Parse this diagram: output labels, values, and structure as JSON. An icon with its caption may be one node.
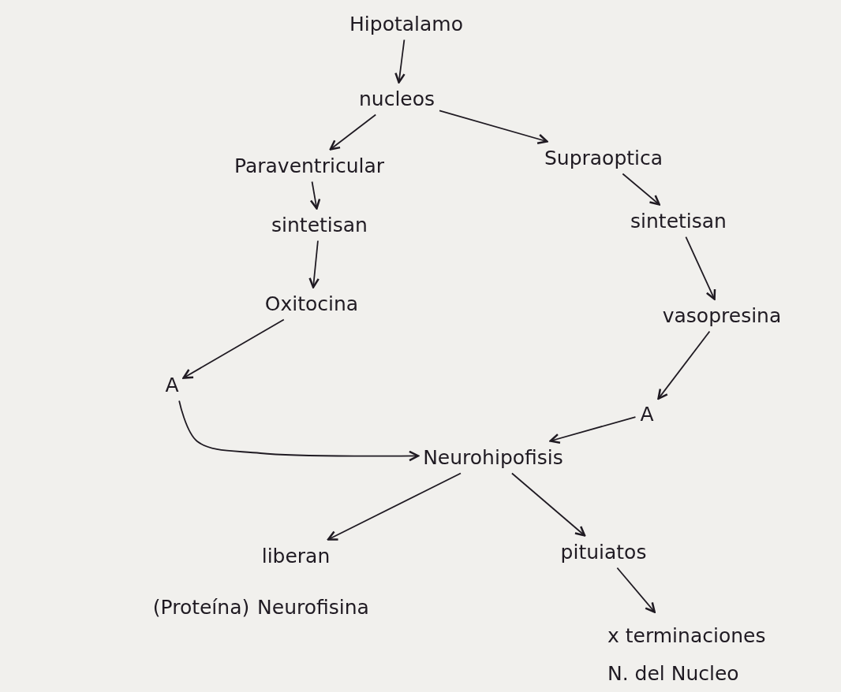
{
  "diagram": {
    "nodes": [
      {
        "text": [
          "Hipotalamo"
        ]
      },
      {
        "text": [
          "nucleos"
        ]
      },
      {
        "text": [
          "Paraventricular"
        ]
      },
      {
        "text": [
          "Supraoptica"
        ]
      },
      {
        "text": [
          "sintetisan"
        ]
      },
      {
        "text": [
          "sintetisan"
        ]
      },
      {
        "text": [
          "Oxitocina"
        ]
      },
      {
        "text": [
          "vasopresina"
        ]
      },
      {
        "text": [
          "A"
        ]
      },
      {
        "text": [
          "A"
        ]
      },
      {
        "text": [
          "Neurohipofisis"
        ]
      },
      {
        "text": [
          "liberan"
        ]
      },
      {
        "text": [
          "pituiatos"
        ]
      },
      {
        "text": [
          "Neurofisina"
        ],
        "beside": [
          "(Proteína)"
        ]
      },
      {
        "text": [
          "x terminaciones N. del Nucleo"
        ]
      }
    ],
    "edges": [
      {
        "from": 0,
        "to": 1,
        "arrow": "to"
      },
      {
        "from": 1,
        "to": 2,
        "arrow": "to"
      },
      {
        "from": 1,
        "to": 3,
        "arrow": "to"
      },
      {
        "from": 2,
        "to": 4,
        "arrow": "to"
      },
      {
        "from": 3,
        "to": 5,
        "arrow": "to"
      },
      {
        "from": 4,
        "to": 6,
        "arrow": "to"
      },
      {
        "from": 5,
        "to": 7,
        "arrow": "to"
      },
      {
        "from": 6,
        "to": 8,
        "arrow": "to"
      },
      {
        "from": 7,
        "to": 9,
        "arrow": "to"
      },
      {
        "from": 8,
        "to": 10,
        "arrow": "to"
      },
      {
        "from": 9,
        "to": 10,
        "arrow": "to"
      },
      {
        "from": 10,
        "to": 11,
        "arrow": "to"
      },
      {
        "from": 10,
        "to": 12,
        "arrow": "to"
      },
      {
        "from": 12,
        "to": 14,
        "arrow": "to"
      }
    ]
  }
}
